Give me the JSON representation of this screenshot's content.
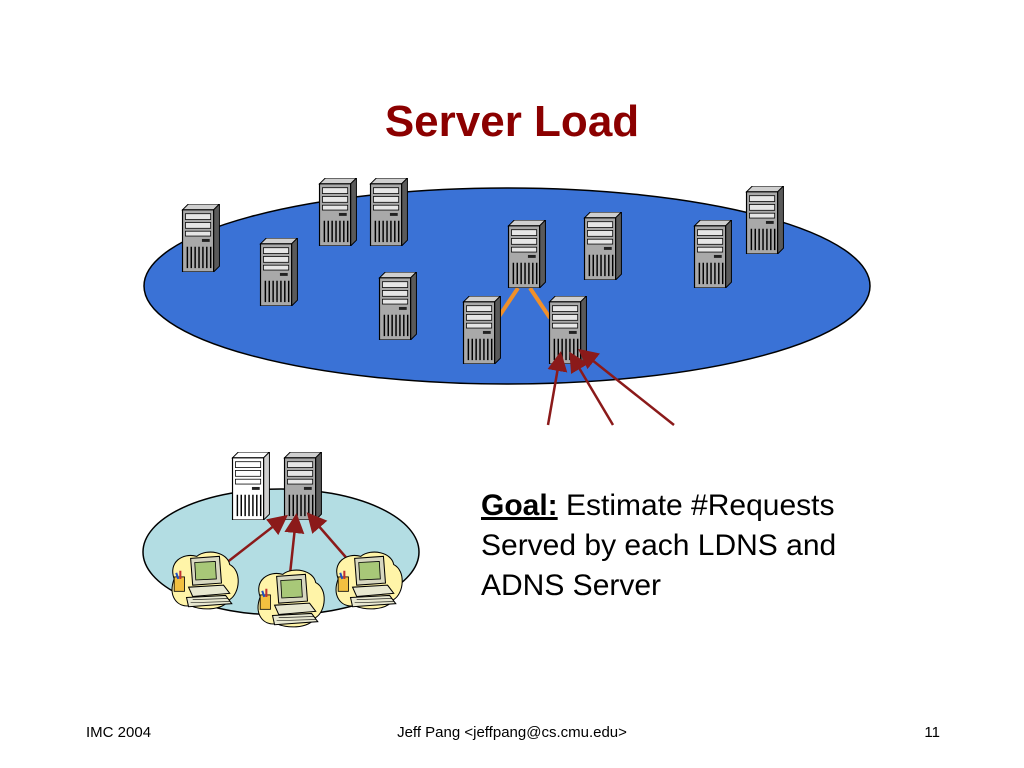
{
  "slide": {
    "title": "Server Load",
    "goal_label": "Goal:",
    "goal_text": "Estimate #Requests Served by each LDNS and ADNS Server"
  },
  "footer": {
    "left": "IMC 2004",
    "center": "Jeff Pang <jeffpang@cs.cmu.edu>",
    "right": "11"
  },
  "colors": {
    "title": "#8b0000",
    "adns_cloud": "#3a72d6",
    "ldns_cloud": "#b3dde3",
    "request_arrow": "#8b1a1a",
    "link": "#f0902a"
  },
  "icons": [
    "server-icon",
    "client-computer-icon"
  ]
}
